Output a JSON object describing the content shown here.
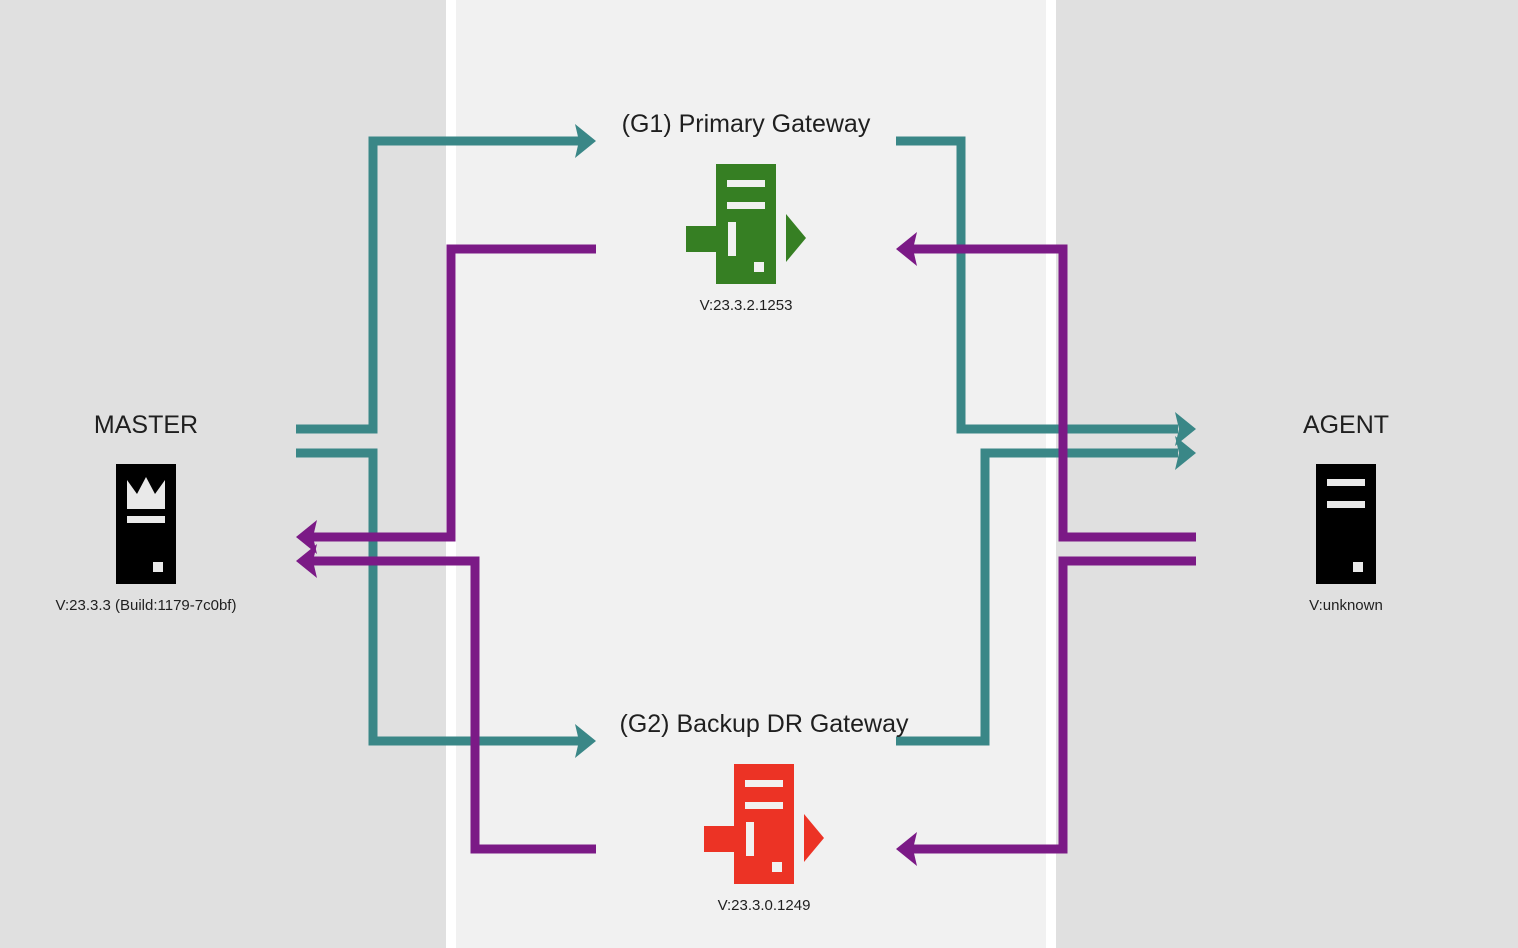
{
  "colors": {
    "outer_zone": "#e0e0e0",
    "middle_zone": "#f1f1f1",
    "zone_border": "#ffffff",
    "outbound_flow": "#3a8787",
    "return_flow": "#7b1a86",
    "primary_gateway": "#367f23",
    "backup_gateway": "#ec3325",
    "endpoint": "#000000"
  },
  "master": {
    "title": "MASTER",
    "version": "V:23.3.3 (Build:1179-7c0bf)",
    "icon": "crown-server-icon"
  },
  "agent": {
    "title": "AGENT",
    "version": "V:unknown",
    "icon": "server-icon"
  },
  "primary_gateway": {
    "title": "(G1) Primary Gateway",
    "version": "V:23.3.2.1253",
    "icon": "gateway-server-icon"
  },
  "backup_gateway": {
    "title": "(G2) Backup DR Gateway",
    "version": "V:23.3.0.1249",
    "icon": "gateway-server-icon"
  }
}
